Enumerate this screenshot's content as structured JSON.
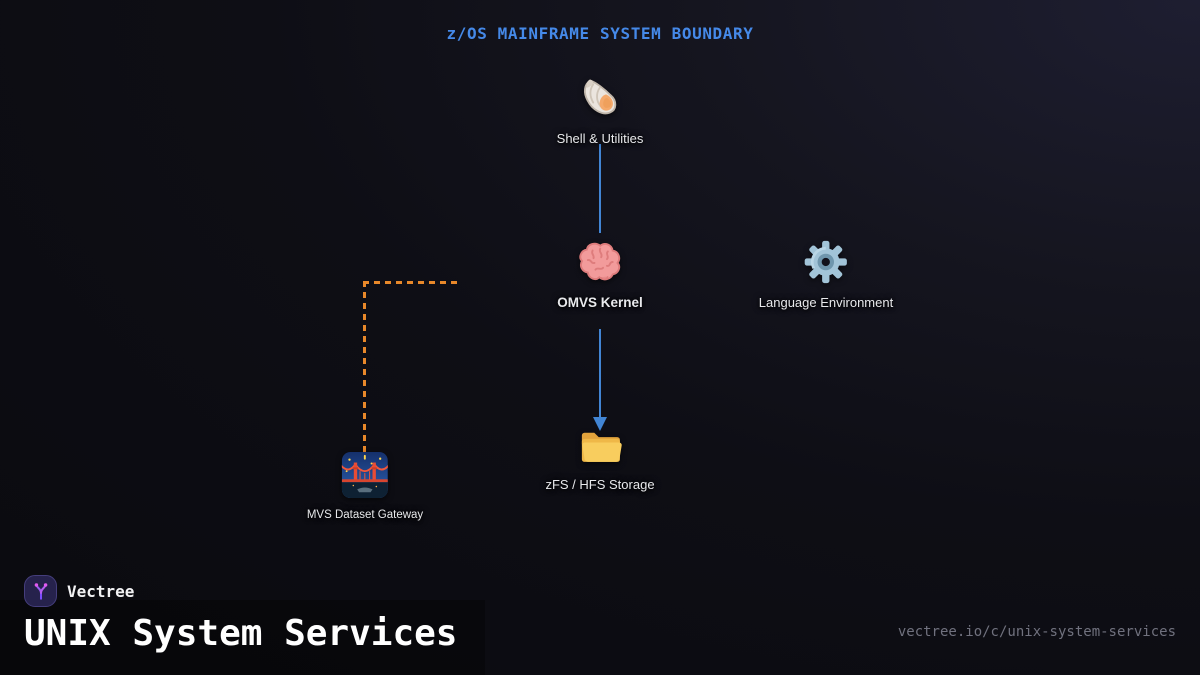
{
  "diagram": {
    "title": "z/OS MAINFRAME SYSTEM BOUNDARY",
    "nodes": [
      {
        "id": "shell-utilities",
        "label": "Shell & Utilities",
        "icon": "spiral-shell-emoji"
      },
      {
        "id": "omvs-kernel",
        "label": "OMVS Kernel",
        "icon": "brain-emoji",
        "emphasis": "bold"
      },
      {
        "id": "language-environment",
        "label": "Language Environment",
        "icon": "gear-emoji"
      },
      {
        "id": "mvs-dataset-gateway",
        "label": "MVS Dataset Gateway",
        "icon": "bridge-at-night-emoji"
      },
      {
        "id": "zfs-hfs-storage",
        "label": "zFS / HFS Storage",
        "icon": "folder-emoji"
      }
    ],
    "edges": [
      {
        "from": "shell-utilities",
        "to": "omvs-kernel",
        "style": "solid",
        "color": "#4285d4",
        "arrowhead": false
      },
      {
        "from": "omvs-kernel",
        "to": "zfs-hfs-storage",
        "style": "solid",
        "color": "#4285d4",
        "arrowhead": true
      },
      {
        "from": "omvs-kernel",
        "to": "mvs-dataset-gateway",
        "style": "dashed",
        "color": "#e8882a",
        "arrowhead": false
      }
    ]
  },
  "footer": {
    "brand": "Vectree",
    "heading": "UNIX System Services",
    "url": "vectree.io/c/unix-system-services"
  },
  "colors": {
    "title_text": "#4589e8",
    "edge_blue": "#4285d4",
    "edge_orange": "#e8882a",
    "label_text": "#e8e9ec",
    "url_text": "#70717e",
    "logo_bg": "#26224c",
    "logo_border": "#453e7d"
  }
}
